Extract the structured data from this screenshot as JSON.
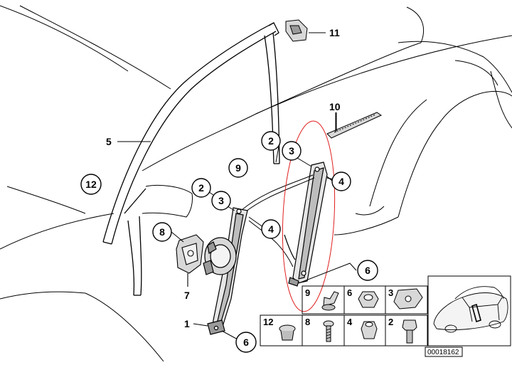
{
  "diagram": {
    "code": "00018162",
    "callouts": {
      "c_2_upper": "2",
      "c_3_upper": "3",
      "c_4_right": "4",
      "c_9": "9",
      "c_12": "12",
      "c_2_lower": "2",
      "c_3_lower": "3",
      "c_4_mid": "4",
      "c_8": "8",
      "c_6_right": "6",
      "c_6_bottom": "6",
      "l_11": "11",
      "l_10": "10",
      "l_5": "5",
      "l_7": "7",
      "l_1": "1"
    },
    "parts_grid": {
      "g9": "9",
      "g6": "6",
      "g3": "3",
      "g12": "12",
      "g8": "8",
      "g4": "4",
      "g2": "2"
    }
  },
  "colors": {
    "line": "#000000",
    "highlight": "#e02020",
    "part_fill": "#d8d8d8"
  }
}
